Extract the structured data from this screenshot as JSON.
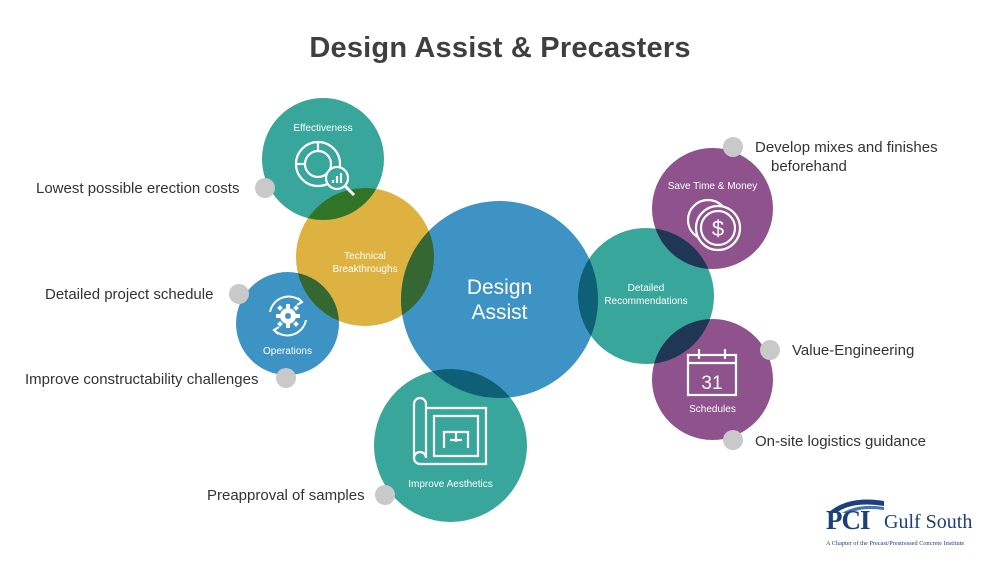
{
  "title": "Design Assist & Precasters",
  "center": {
    "label_line1": "Design",
    "label_line2": "Assist"
  },
  "bubbles": {
    "effectiveness": "Effectiveness",
    "technical_line1": "Technical",
    "technical_line2": "Breakthroughs",
    "operations": "Operations",
    "aesthetics": "Improve Aesthetics",
    "recommendations_line1": "Detailed",
    "recommendations_line2": "Recommendations",
    "save_time": "Save Time & Money",
    "schedules": "Schedules",
    "calendar_number": "31"
  },
  "notes": {
    "erection_costs": "Lowest possible erection costs",
    "project_schedule": "Detailed project schedule",
    "constructability": "Improve constructability challenges",
    "preapproval": "Preapproval of samples",
    "mixes_line1": "Develop mixes and finishes",
    "mixes_line2": "beforehand",
    "value_engineering": "Value-Engineering",
    "logistics": "On-site logistics guidance"
  },
  "logo": {
    "pci": "PCI",
    "gulf_south": "Gulf South",
    "tagline": "A Chapter of the Precast/Prestressed Concrete Institute"
  },
  "colors": {
    "teal": "#38a69a",
    "yellow": "#ddb241",
    "blue": "#3d93c4",
    "purple": "#8e528d",
    "dot": "#c9c9c9",
    "brand_navy": "#1d3f7a"
  }
}
